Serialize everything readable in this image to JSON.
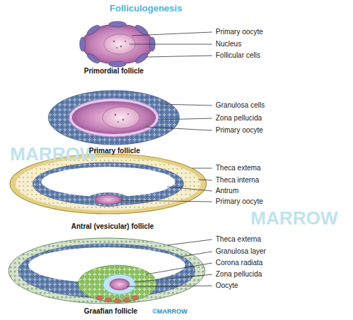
{
  "diagram": {
    "title": "Folliculogenesis",
    "labels": [
      "Primary oocyte",
      "Nucleus",
      "Follicular cells",
      "Primordial follicle",
      "Granulosa cells",
      "Zona pellucida",
      "Primary oocyte",
      "Primary follicle",
      "MARROW",
      "Theca extema",
      "Theca interna",
      "Antrum",
      "Primary oocyte",
      "Antral (vesicular) follicle",
      "MARROW",
      "Theca externa",
      "Granulosa layer",
      "Corona radiata",
      "Zona pellucida",
      "Oocyte",
      "Graafian follicle",
      "©MARROW"
    ]
  }
}
